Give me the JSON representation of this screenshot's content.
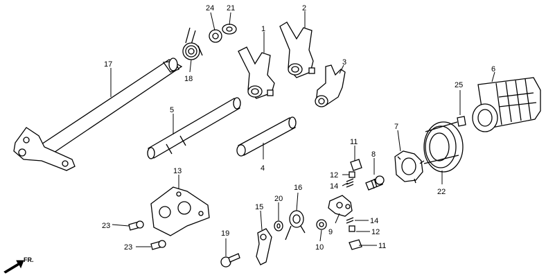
{
  "diagram": {
    "part_labels": {
      "p1": "1",
      "p2": "2",
      "p3": "3",
      "p4": "4",
      "p5": "5",
      "p6": "6",
      "p7": "7",
      "p8": "8",
      "p9": "9",
      "p10": "10",
      "p11a": "11",
      "p11b": "11",
      "p12a": "12",
      "p12b": "12",
      "p13": "13",
      "p14a": "14",
      "p14b": "14",
      "p15": "15",
      "p16": "16",
      "p17": "17",
      "p18": "18",
      "p19": "19",
      "p20": "20",
      "p21": "21",
      "p22": "22",
      "p23a": "23",
      "p23b": "23",
      "p24": "24",
      "p25": "25"
    },
    "front_marker": "FR."
  }
}
